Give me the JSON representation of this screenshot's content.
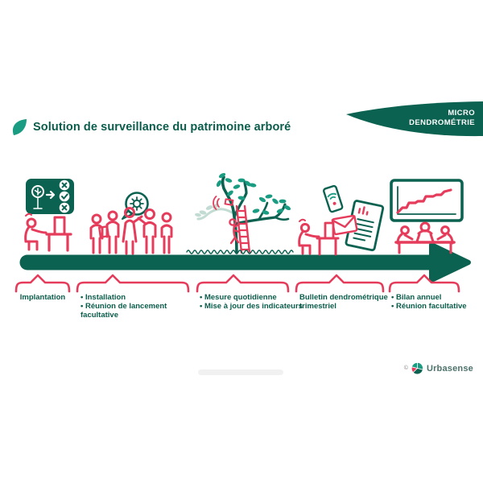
{
  "header": {
    "title": "Solution de surveillance du patrimoine arboré"
  },
  "banner": {
    "line1": "MICRO",
    "line2": "DENDROMÉTRIE"
  },
  "steps": [
    {
      "id": "implantation",
      "icon": "desk-validation-icon",
      "lines": [
        "Implantation"
      ]
    },
    {
      "id": "installation",
      "icon": "kickoff-team-icon",
      "lines": [
        "• Installation",
        "• Réunion de lancement facultative"
      ]
    },
    {
      "id": "mesure-quotidienne",
      "icon": "tree-sensor-icon",
      "lines": [
        "• Mesure quotidienne",
        "• Mise à jour des indicateurs"
      ]
    },
    {
      "id": "bulletin-dendrometrique",
      "icon": "report-delivery-icon",
      "lines": [
        "Bulletin dendrométrique",
        "trimestriel"
      ]
    },
    {
      "id": "bilan-annuel",
      "icon": "annual-review-meeting-icon",
      "lines": [
        "• Bilan annuel",
        "• Réunion facultative"
      ]
    }
  ],
  "footer": {
    "copyright": "©",
    "brand": "Urbasense"
  },
  "colors": {
    "dark_green": "#0c6251",
    "teal": "#1a9c82",
    "pink": "#e63c5c",
    "pale_green": "#c2dcd3"
  }
}
